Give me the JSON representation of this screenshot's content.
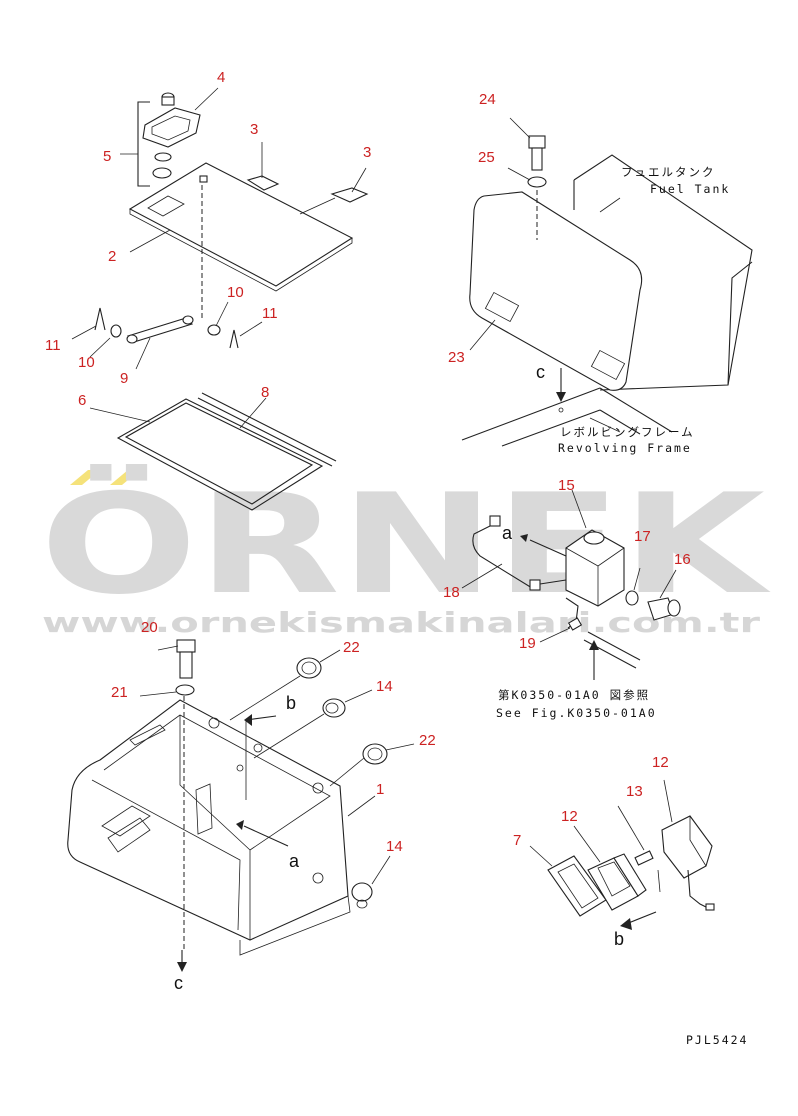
{
  "watermark": {
    "brand": "ÖRNEK",
    "url": "www.ornekismakinalari.com.tr",
    "colors": {
      "brand_gray": "#d9d9d9",
      "accent_yellow": "#f5e27a"
    }
  },
  "part_numbers": {
    "p1": "1",
    "p2": "2",
    "p3a": "3",
    "p3b": "3",
    "p4": "4",
    "p5": "5",
    "p6": "6",
    "p7": "7",
    "p8": "8",
    "p9": "9",
    "p10a": "10",
    "p10b": "10",
    "p11a": "11",
    "p11b": "11",
    "p12a": "12",
    "p12b": "12",
    "p13": "13",
    "p14a": "14",
    "p14b": "14",
    "p15": "15",
    "p16": "16",
    "p17": "17",
    "p18": "18",
    "p19": "19",
    "p20": "20",
    "p21": "21",
    "p22a": "22",
    "p22b": "22",
    "p23": "23",
    "p24": "24",
    "p25": "25"
  },
  "ref_letters": {
    "a_top": "a",
    "a_bottom": "a",
    "b_top": "b",
    "b_bottom": "b",
    "c_top": "c",
    "c_bottom": "c"
  },
  "labels": {
    "fuel_tank_jp": "フュエルタンク",
    "fuel_tank_en": "Fuel Tank",
    "revolving_frame_jp": "レボルビングフレーム",
    "revolving_frame_en": "Revolving Frame",
    "see_fig_jp": "第K0350-01A0 図参照",
    "see_fig_en": "See Fig.K0350-01A0",
    "drawing_code": "PJL5424"
  },
  "colors": {
    "part_number": "#cc2222",
    "line": "#222222"
  }
}
